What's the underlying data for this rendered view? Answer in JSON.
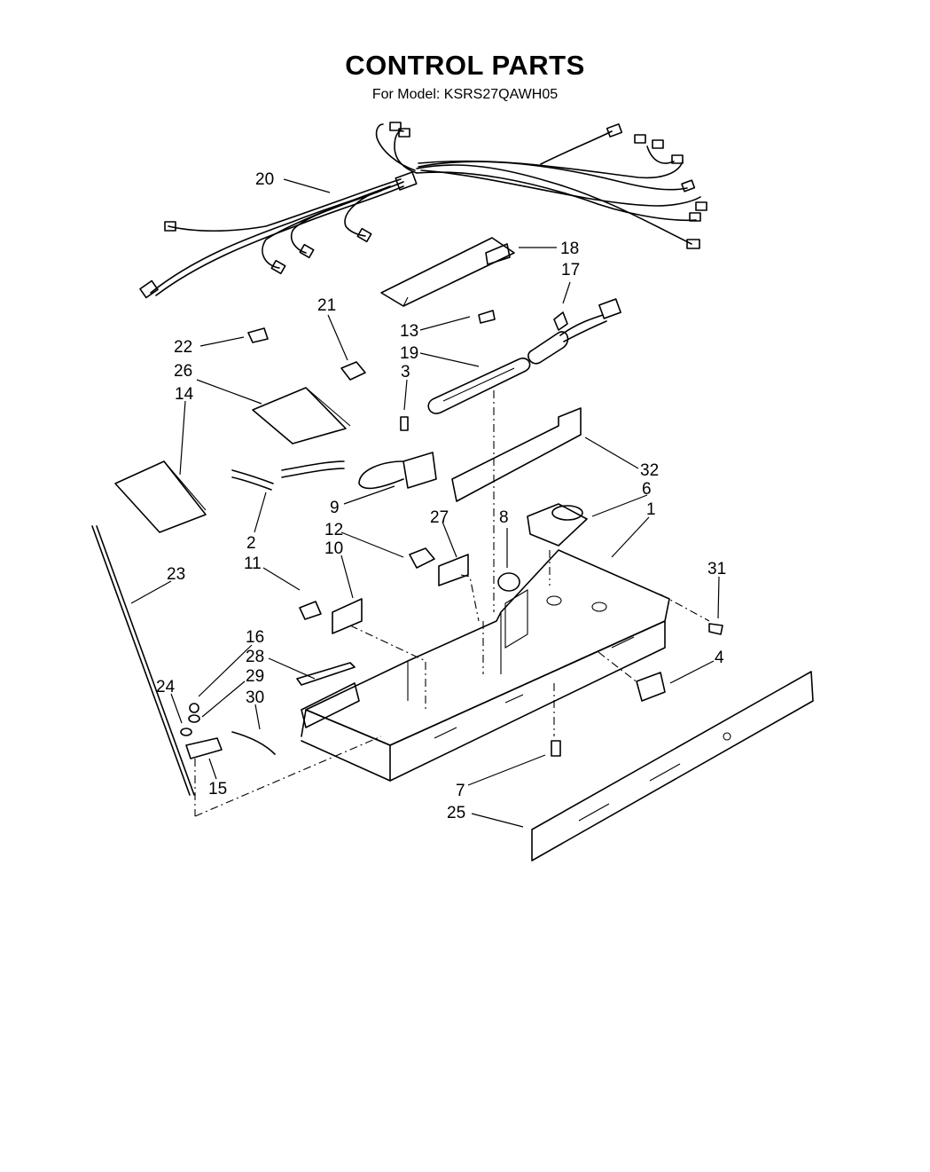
{
  "header": {
    "title": "CONTROL PARTS",
    "model_line": "For Model: KSRS27QAWH05"
  },
  "callouts": [
    {
      "label": "20"
    },
    {
      "label": "18"
    },
    {
      "label": "17"
    },
    {
      "label": "21"
    },
    {
      "label": "13"
    },
    {
      "label": "22"
    },
    {
      "label": "19"
    },
    {
      "label": "26"
    },
    {
      "label": "3"
    },
    {
      "label": "14"
    },
    {
      "label": "32"
    },
    {
      "label": "6"
    },
    {
      "label": "9"
    },
    {
      "label": "27"
    },
    {
      "label": "8"
    },
    {
      "label": "1"
    },
    {
      "label": "2"
    },
    {
      "label": "12"
    },
    {
      "label": "10"
    },
    {
      "label": "11"
    },
    {
      "label": "23"
    },
    {
      "label": "31"
    },
    {
      "label": "16"
    },
    {
      "label": "28"
    },
    {
      "label": "4"
    },
    {
      "label": "24"
    },
    {
      "label": "29"
    },
    {
      "label": "30"
    },
    {
      "label": "15"
    },
    {
      "label": "7"
    },
    {
      "label": "25"
    }
  ]
}
